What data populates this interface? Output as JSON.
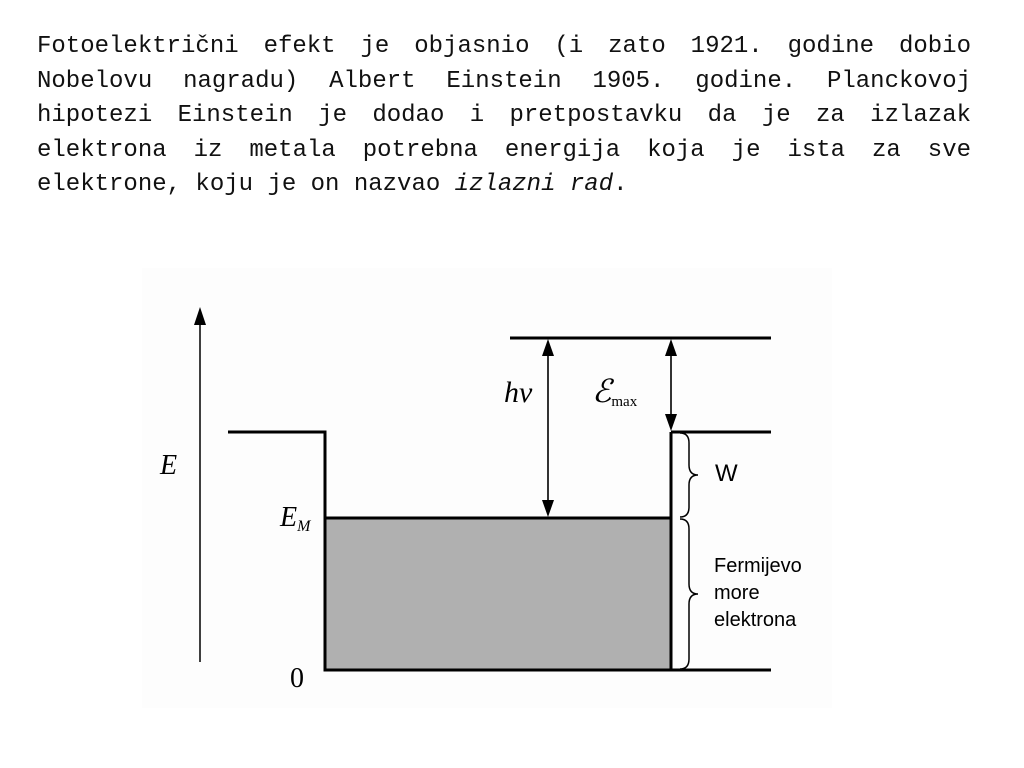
{
  "text": {
    "paragraph": "Fotoelektrični efekt je objasnio (i zato 1921. godine dobio Nobelovu nagradu) Albert Einstein 1905. godine. Planckovoj hipotezi Einstein je dodao i pretpostavku da je za izlazak elektrona iz metala potrebna energija koja je ista za sve elektrone, koju je on nazvao",
    "term": "izlazni rad",
    "end": "."
  },
  "diagram": {
    "axis_label": "E",
    "fermi_level_label": "E",
    "fermi_level_subscript": "M",
    "zero_label": "0",
    "photon_energy_label": "hν",
    "max_energy_symbol": "ℰ",
    "max_energy_subscript": "max",
    "work_function_label": "W",
    "fermi_sea_line1": "Fermijevo",
    "fermi_sea_line2": "more",
    "fermi_sea_line3": "elektrona",
    "colors": {
      "fermi_sea_fill": "#b0b0b0",
      "line": "#000000"
    }
  }
}
